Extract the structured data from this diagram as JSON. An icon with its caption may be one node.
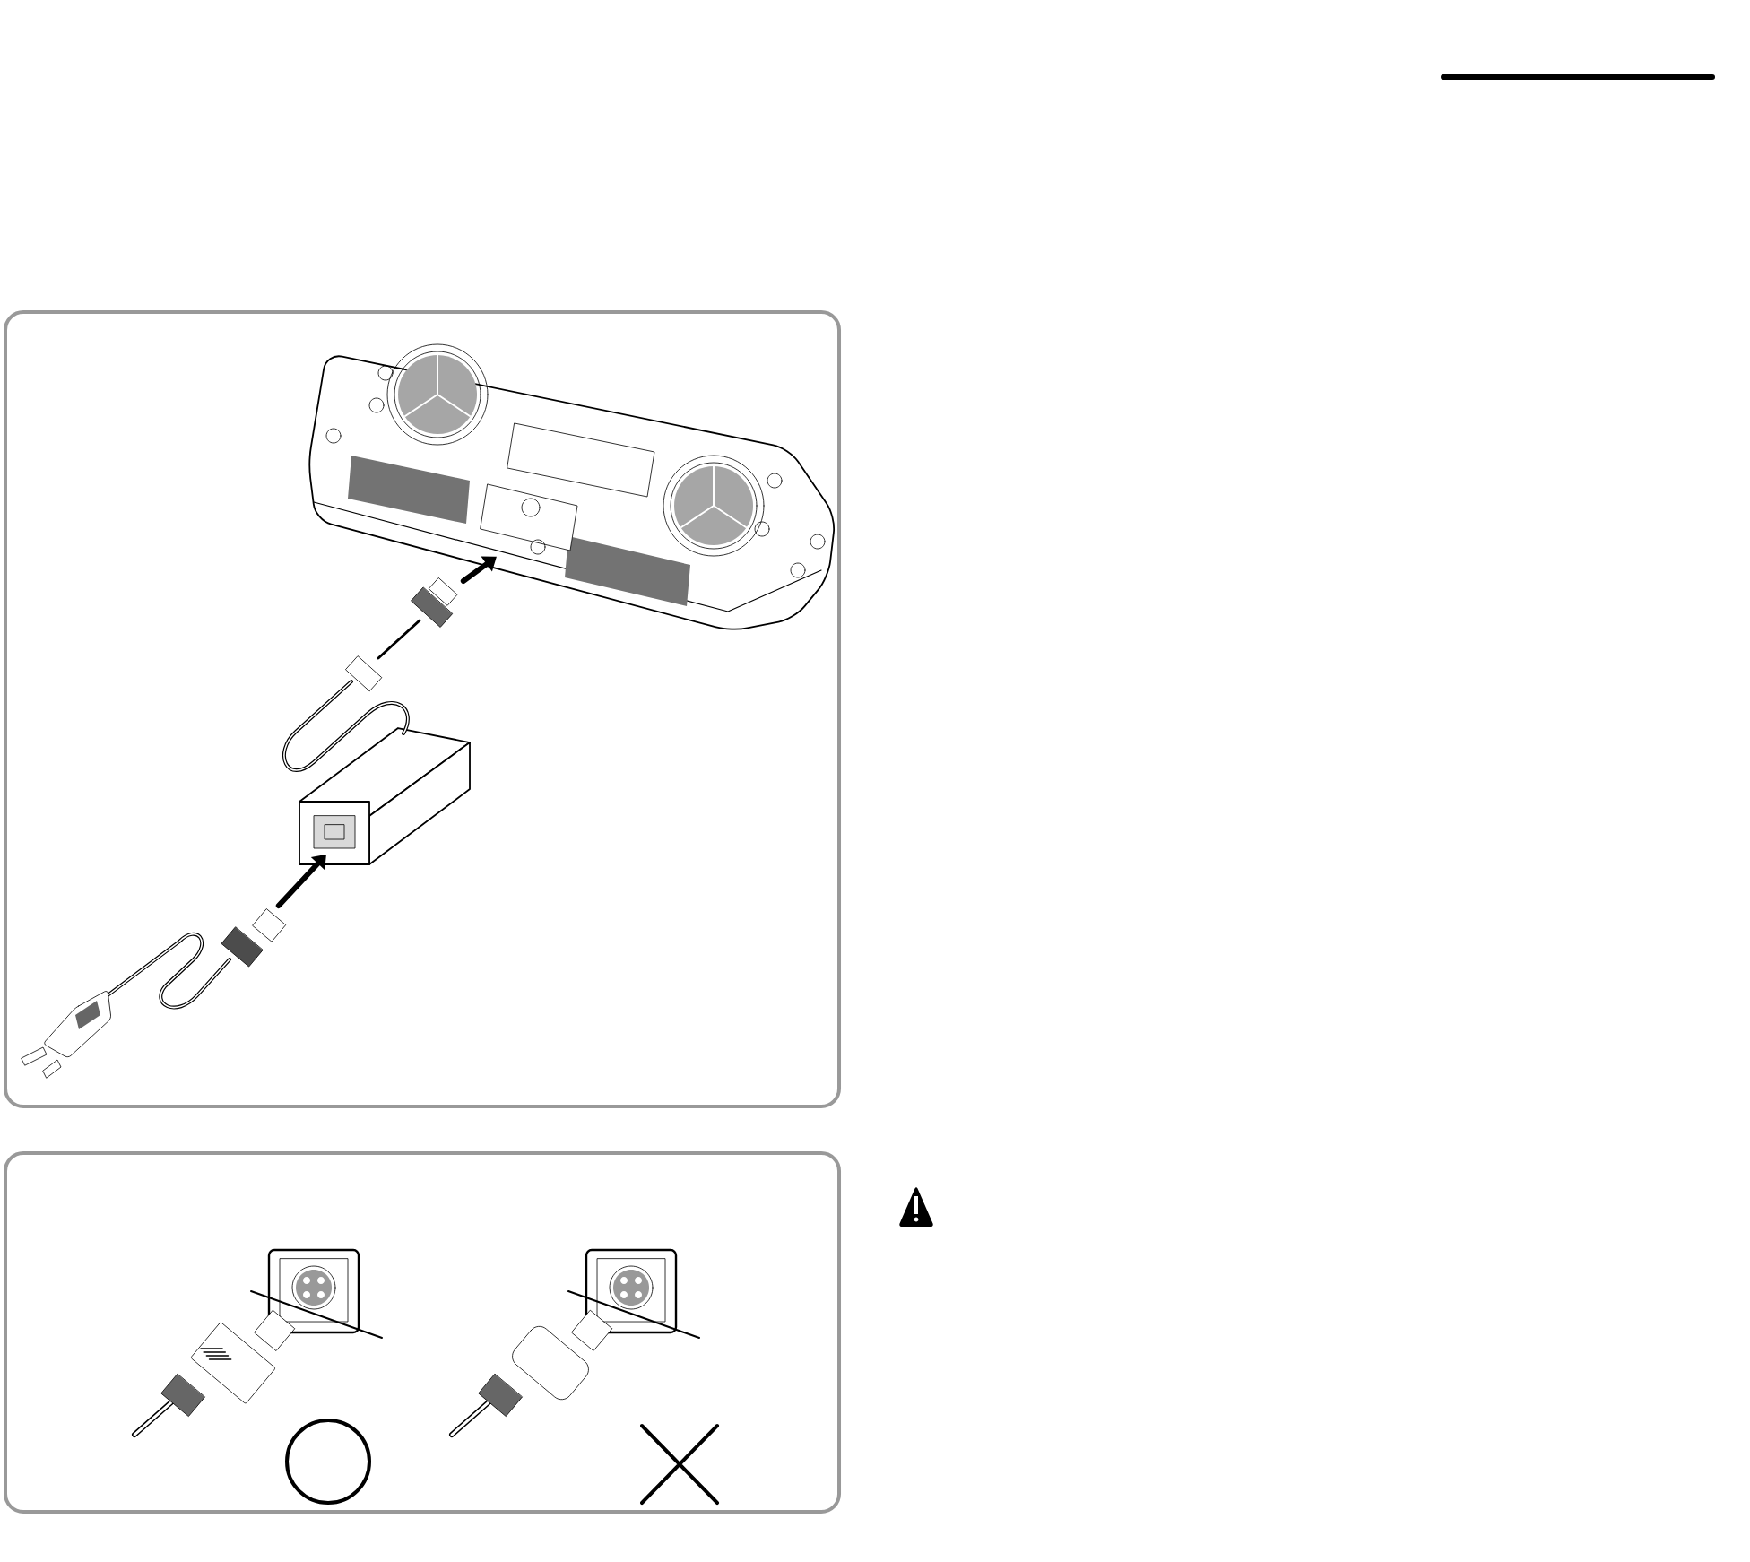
{
  "diagram": {
    "nodes": [
      {
        "text": [],
        "shape": "picture"
      },
      {
        "text": [],
        "shape": "picture"
      },
      {
        "text": [],
        "shape": "picture"
      }
    ],
    "edges": [
      {
        "from": 1,
        "to": 0,
        "arrow": "to"
      },
      {
        "from": 2,
        "to": 1,
        "arrow": "to"
      }
    ]
  }
}
